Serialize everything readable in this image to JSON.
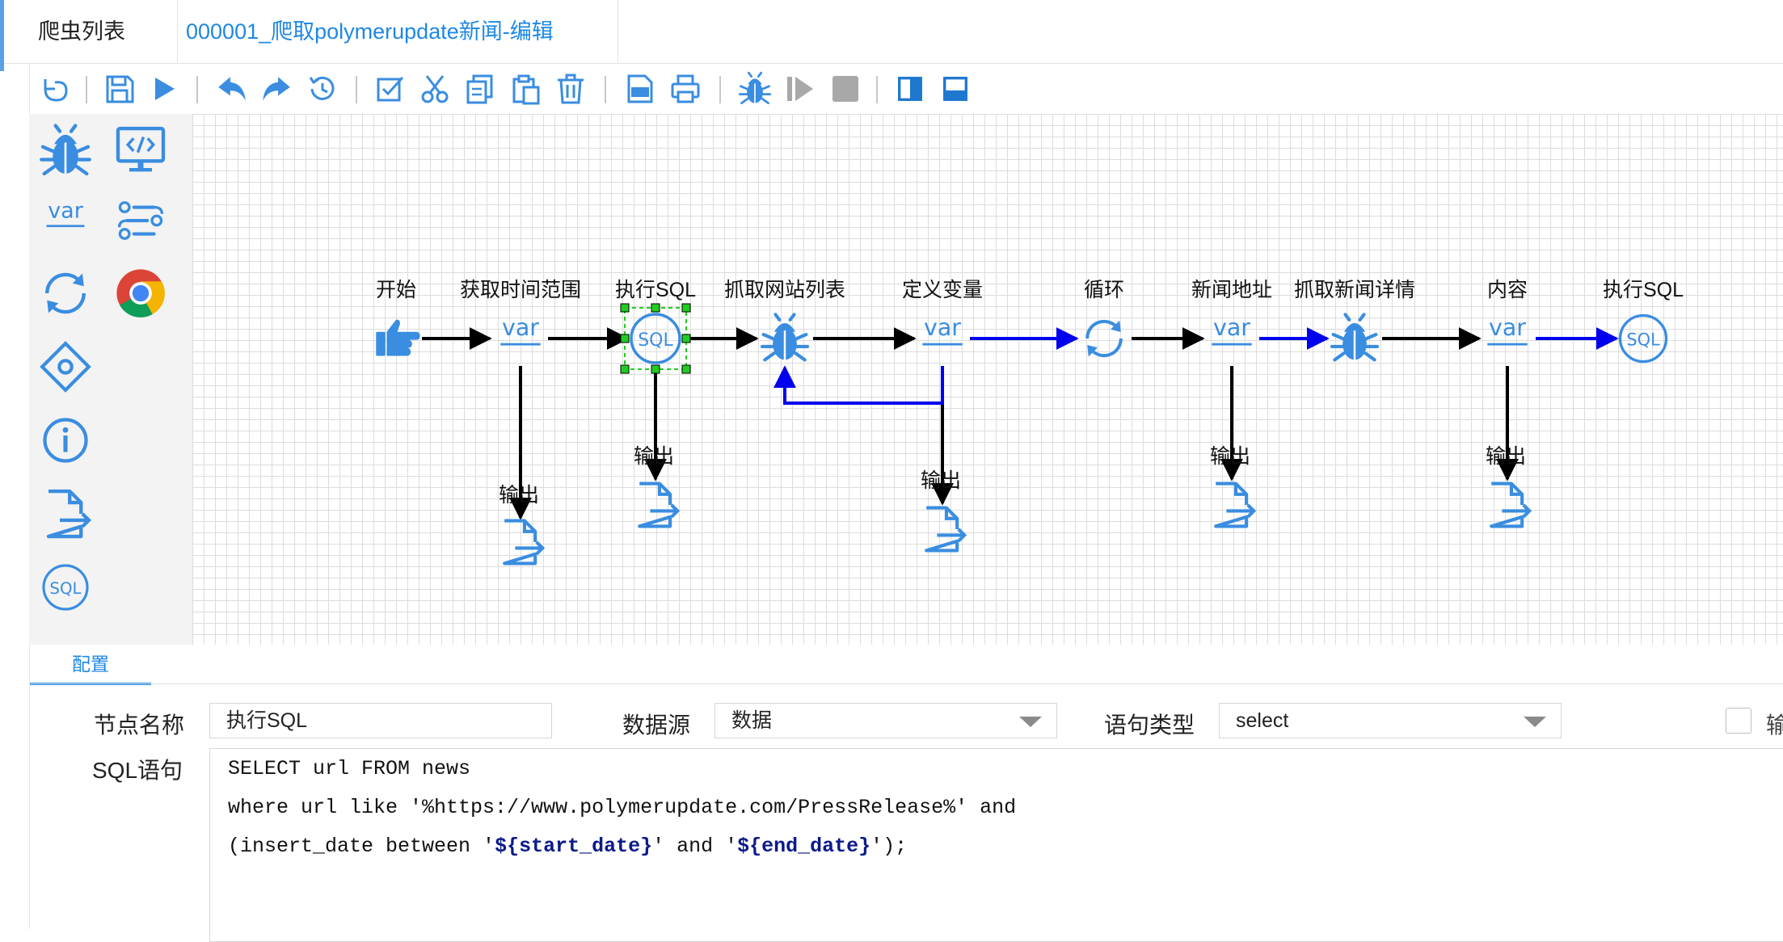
{
  "tabs": {
    "list_label": "爬虫列表",
    "edit_label": "000001_爬取polymerupdate新闻-编辑"
  },
  "toolbar": {
    "items": [
      "undo-icon",
      "save-icon",
      "run-icon",
      "back-icon",
      "forward-icon",
      "history-icon",
      "select-all-icon",
      "cut-icon",
      "copy-icon",
      "paste-icon",
      "delete-icon",
      "export-image-icon",
      "print-icon",
      "debug-icon",
      "step-icon",
      "stop-icon",
      "left-panel-icon",
      "bottom-panel-icon"
    ]
  },
  "palette": {
    "items": [
      "spider-icon",
      "code-screen-icon",
      "variable-icon",
      "function-icon",
      "loop-icon",
      "chrome-icon",
      "diamond-icon",
      "info-icon",
      "output-icon",
      "sql-icon"
    ]
  },
  "flow": {
    "nodes": [
      {
        "label": "开始",
        "icon": "hand-pointer-icon"
      },
      {
        "label": "获取时间范围",
        "icon": "variable-icon"
      },
      {
        "label": "执行SQL",
        "icon": "sql-icon"
      },
      {
        "label": "抓取网站列表",
        "icon": "spider-icon"
      },
      {
        "label": "定义变量",
        "icon": "variable-icon"
      },
      {
        "label": "循环",
        "icon": "loop-icon"
      },
      {
        "label": "新闻地址",
        "icon": "variable-icon"
      },
      {
        "label": "抓取新闻详情",
        "icon": "spider-icon"
      },
      {
        "label": "内容",
        "icon": "variable-icon"
      },
      {
        "label": "执行SQL",
        "icon": "sql-icon"
      }
    ],
    "outputs": [
      "输出",
      "输出",
      "输出",
      "输出",
      "输出"
    ],
    "colors": {
      "edge": "#000000",
      "loop_edge": "#0000ee",
      "icon": "#3a8de0",
      "selection": "#22cc22"
    }
  },
  "config": {
    "tab_label": "配置",
    "node_name_label": "节点名称",
    "node_name_value": "执行SQL",
    "datasource_label": "数据源",
    "datasource_value": "数据",
    "stmt_type_label": "语句类型",
    "stmt_type_value": "select",
    "cut_label": "输",
    "sql_label": "SQL语句",
    "sql": {
      "line1": "SELECT url FROM news",
      "line2": "where url like '%https://www.polymerupdate.com/PressRelease%' and",
      "line3_a": "(insert_date between '",
      "line3_b": "${start_date}",
      "line3_c": "' and '",
      "line3_d": "${end_date}",
      "line3_e": "');"
    }
  }
}
